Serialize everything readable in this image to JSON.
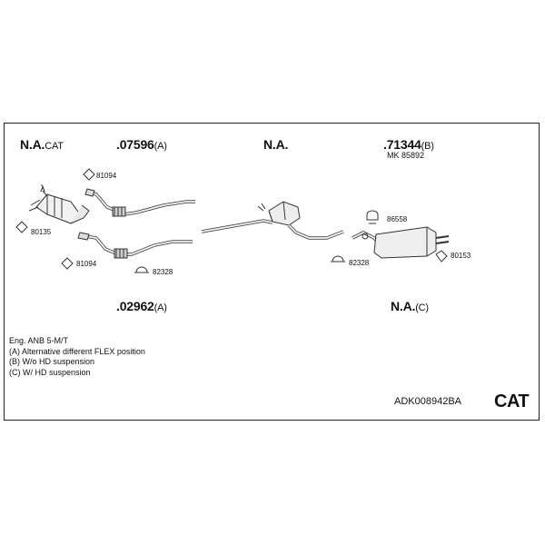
{
  "labels": {
    "na_cat": {
      "code": "N.A.",
      "suffix": "CAT"
    },
    "p07596": {
      "code": ".07596",
      "suffix": "(A)"
    },
    "na_mid": {
      "code": "N.A.",
      "suffix": ""
    },
    "p71344": {
      "code": ".71344",
      "suffix": "(B)"
    },
    "mk": "MK 85892",
    "p02962": {
      "code": ".02962",
      "suffix": "(A)"
    },
    "na_c": {
      "code": "N.A.",
      "suffix": "(C)"
    }
  },
  "parts": {
    "p81094_top": "81094",
    "p80135": "80135",
    "p81094_bot": "81094",
    "p82328_left": "82328",
    "p86558": "86558",
    "p82328_right": "82328",
    "p80153": "80153"
  },
  "lambda": "λ",
  "notes": [
    "Eng. ANB   5-M/T",
    "(A) Alternative different FLEX position",
    "(B) W/o HD suspension",
    "(C) W/ HD suspension"
  ],
  "reference": "ADK008942BA",
  "category": "CAT"
}
